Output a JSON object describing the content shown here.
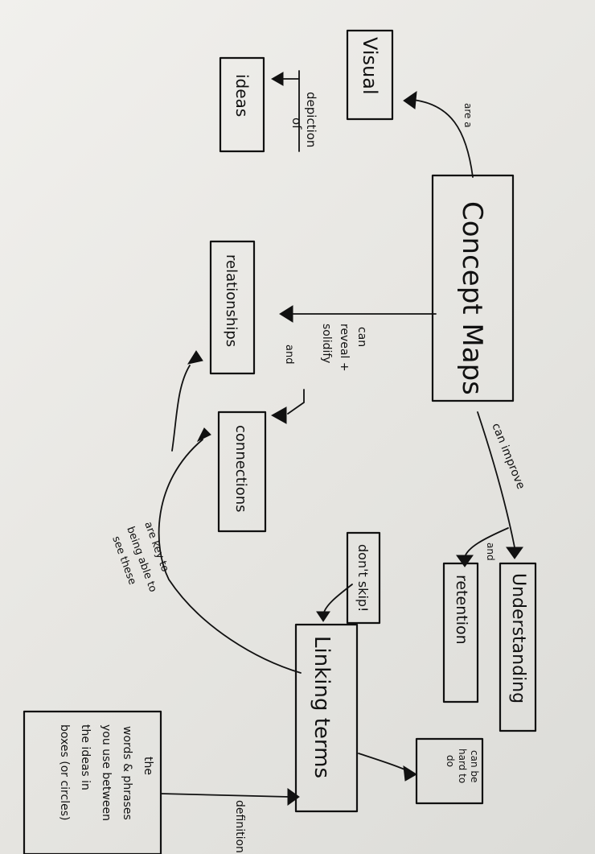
{
  "nodes": {
    "visual": "Visual",
    "ideas": "ideas",
    "concept_maps": "Concept Maps",
    "relationships": "relationships",
    "connections": "connections",
    "understanding": "Understanding",
    "retention": "retention",
    "dont_skip": "don't skip!",
    "linking_terms": "Linking terms",
    "can_be_hard": [
      "can be",
      "hard to",
      "do"
    ],
    "definition_note": [
      "the",
      "words & phrases",
      "you use between",
      "the ideas in",
      "boxes (or circles)"
    ]
  },
  "edges": {
    "are_a": "are a",
    "depiction_of": [
      "depiction",
      "of"
    ],
    "can_reveal": [
      "can",
      "reveal +",
      "solidify"
    ],
    "and_1": "and",
    "can_improve": "can improve",
    "and_2": "and",
    "are_key": [
      "are key to",
      "being able to",
      "see these"
    ],
    "definition": "definition"
  },
  "colors": {
    "paper": "#ecebe8",
    "ink": "#111111"
  }
}
